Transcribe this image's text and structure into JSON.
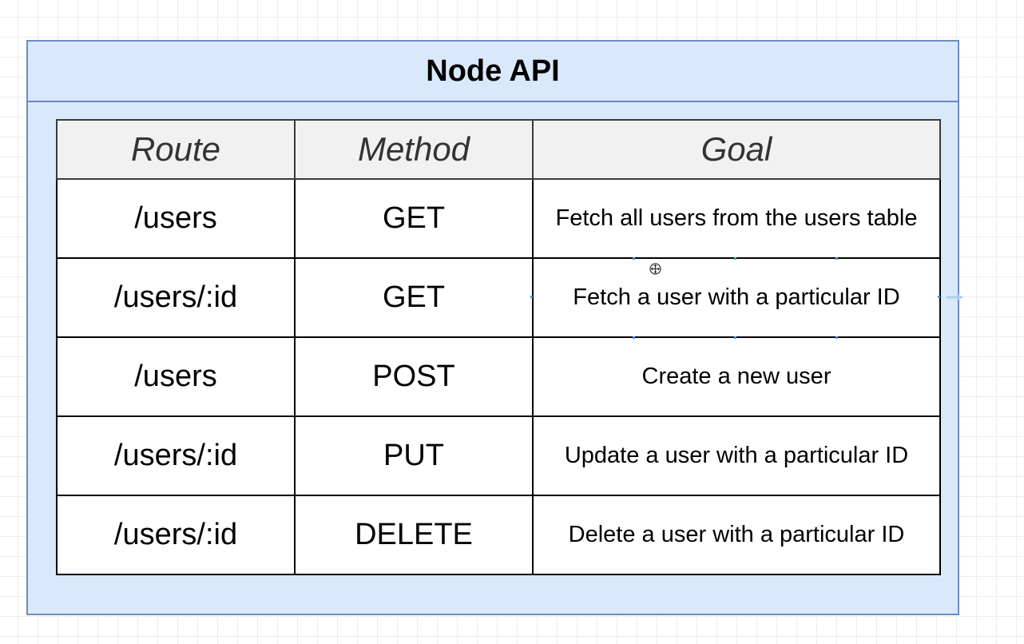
{
  "container": {
    "title": "Node API"
  },
  "table": {
    "headers": [
      "Route",
      "Method",
      "Goal"
    ],
    "rows": [
      {
        "route": "/users",
        "method": "GET",
        "goal": "Fetch all users from the users table"
      },
      {
        "route": "/users/:id",
        "method": "GET",
        "goal": "Fetch a user with a particular ID"
      },
      {
        "route": "/users",
        "method": "POST",
        "goal": "Create a new user"
      },
      {
        "route": "/users/:id",
        "method": "PUT",
        "goal": "Update a user with a particular ID"
      },
      {
        "route": "/users/:id",
        "method": "DELETE",
        "goal": "Delete a user with a particular ID"
      }
    ]
  },
  "colors": {
    "container_fill": "#dae8fc",
    "container_stroke": "#6c8ebf",
    "header_fill": "#f1f1f1",
    "selection": "#4a90e2"
  },
  "icons": {
    "move": "move-icon",
    "connect": "connect-arrow-icon"
  }
}
